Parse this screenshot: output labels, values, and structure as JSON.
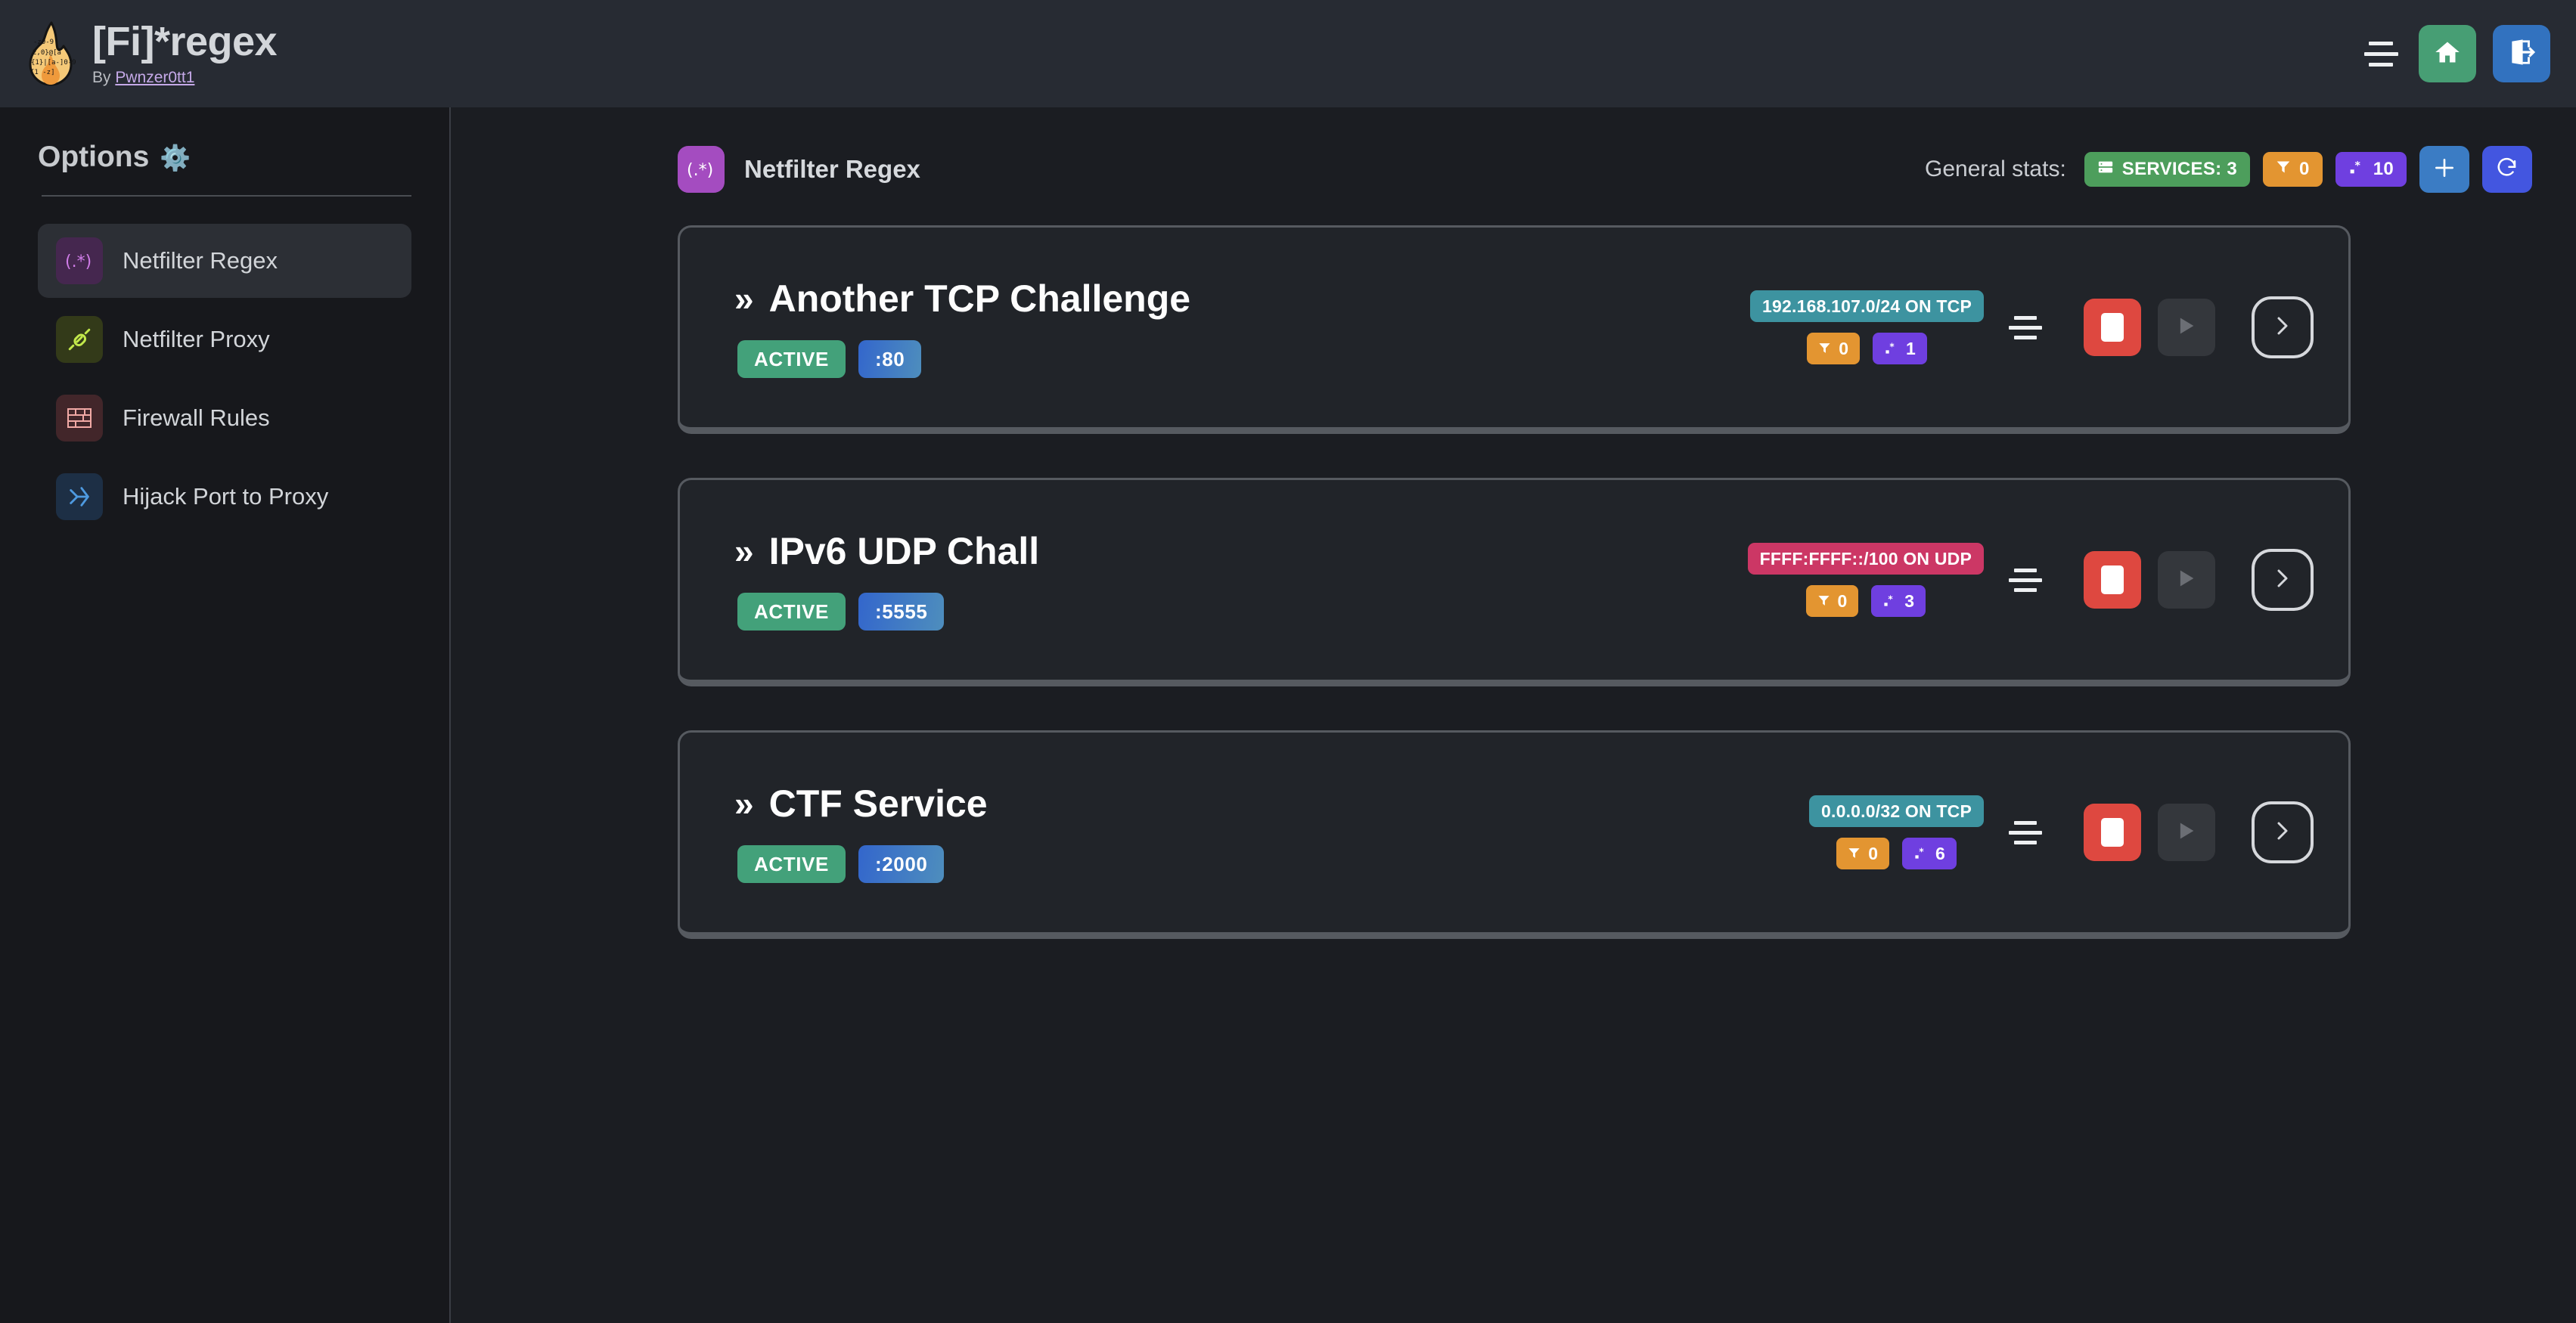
{
  "header": {
    "app_title": "[Fi]*regex",
    "by_prefix": "By ",
    "author": "Pwnzer0tt1",
    "logo_icon": "flame-regex-logo",
    "menu_icon": "hamburger-menu-icon",
    "home_icon": "home-icon",
    "logout_icon": "logout-icon",
    "bg_color": "#272b33"
  },
  "sidebar": {
    "title": "Options",
    "gear_icon": "gear-icon",
    "items": [
      {
        "label": "Netfilter Regex",
        "icon": "regex-icon",
        "active": true
      },
      {
        "label": "Netfilter Proxy",
        "icon": "plug-icon",
        "active": false
      },
      {
        "label": "Firewall Rules",
        "icon": "brick-wall-icon",
        "active": false
      },
      {
        "label": "Hijack Port to Proxy",
        "icon": "route-fork-icon",
        "active": false
      }
    ]
  },
  "main": {
    "page_icon": "regex-icon",
    "page_title": "Netfilter Regex",
    "stats_label": "General stats:",
    "stats": [
      {
        "name": "services",
        "icon": "server-icon",
        "label": "SERVICES: 3",
        "color": "#4d9e5c"
      },
      {
        "name": "filters",
        "icon": "funnel-icon",
        "label": "0",
        "color": "#e39531"
      },
      {
        "name": "regexes",
        "icon": "regex-glyph",
        "label": "10",
        "color": "#6f3fe0"
      }
    ],
    "add_button": {
      "icon": "plus-icon",
      "color": "#3b7cc4"
    },
    "refresh_button": {
      "icon": "refresh-icon",
      "color": "#4356e0"
    }
  },
  "services": [
    {
      "name": "Another TCP Challenge",
      "chevron_icon": "double-chevron-right-icon",
      "status": "ACTIVE",
      "port": ":80",
      "network": "192.168.107.0/24 ON TCP",
      "network_color": "#3d93a0",
      "filters": "0",
      "regexes": "1",
      "drag_icon": "drag-handle-icon",
      "stop_icon": "stop-icon",
      "play_icon": "play-icon",
      "open_icon": "chevron-right-icon"
    },
    {
      "name": "IPv6 UDP Chall",
      "chevron_icon": "double-chevron-right-icon",
      "status": "ACTIVE",
      "port": ":5555",
      "network": "FFFF:FFFF::/100 ON UDP",
      "network_color": "#cc3765",
      "filters": "0",
      "regexes": "3",
      "drag_icon": "drag-handle-icon",
      "stop_icon": "stop-icon",
      "play_icon": "play-icon",
      "open_icon": "chevron-right-icon"
    },
    {
      "name": "CTF Service",
      "chevron_icon": "double-chevron-right-icon",
      "status": "ACTIVE",
      "port": ":2000",
      "network": "0.0.0.0/32 ON TCP",
      "network_color": "#3d93a0",
      "filters": "0",
      "regexes": "6",
      "drag_icon": "drag-handle-icon",
      "stop_icon": "stop-icon",
      "play_icon": "play-icon",
      "open_icon": "chevron-right-icon"
    }
  ]
}
